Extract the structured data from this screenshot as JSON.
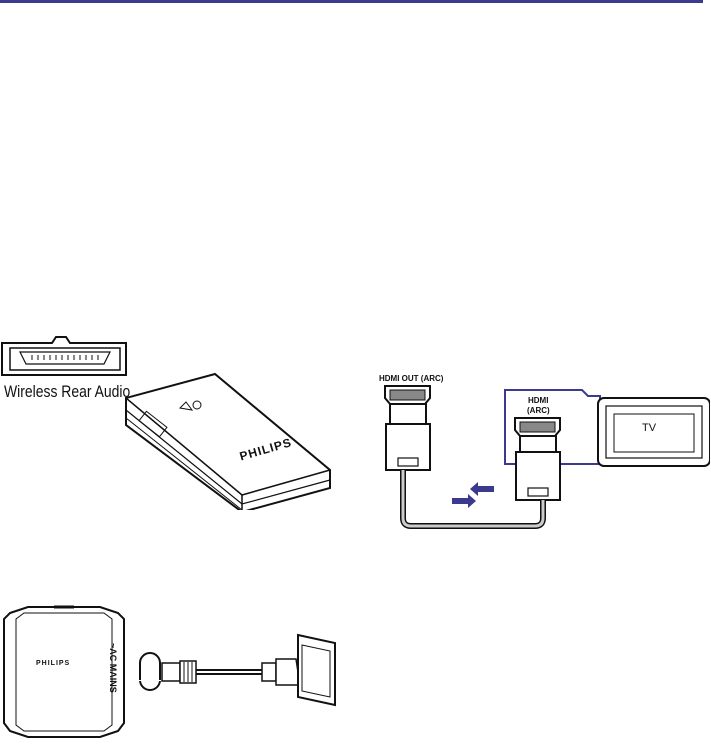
{
  "figures": {
    "wireless_rear_audio": {
      "port_label": "Wireless Rear Audio",
      "brand": "PHILIPS"
    },
    "hdmi_arc": {
      "out_label": "HDMI OUT (ARC)",
      "in_label_line1": "HDMI",
      "in_label_line2": "(ARC)",
      "tv_label": "TV"
    },
    "ac_mains": {
      "speaker_brand": "PHILIPS",
      "mains_label": "~AC MAINS"
    }
  },
  "colors": {
    "rule": "#3b3a8f",
    "accent": "#3b3a8f"
  }
}
